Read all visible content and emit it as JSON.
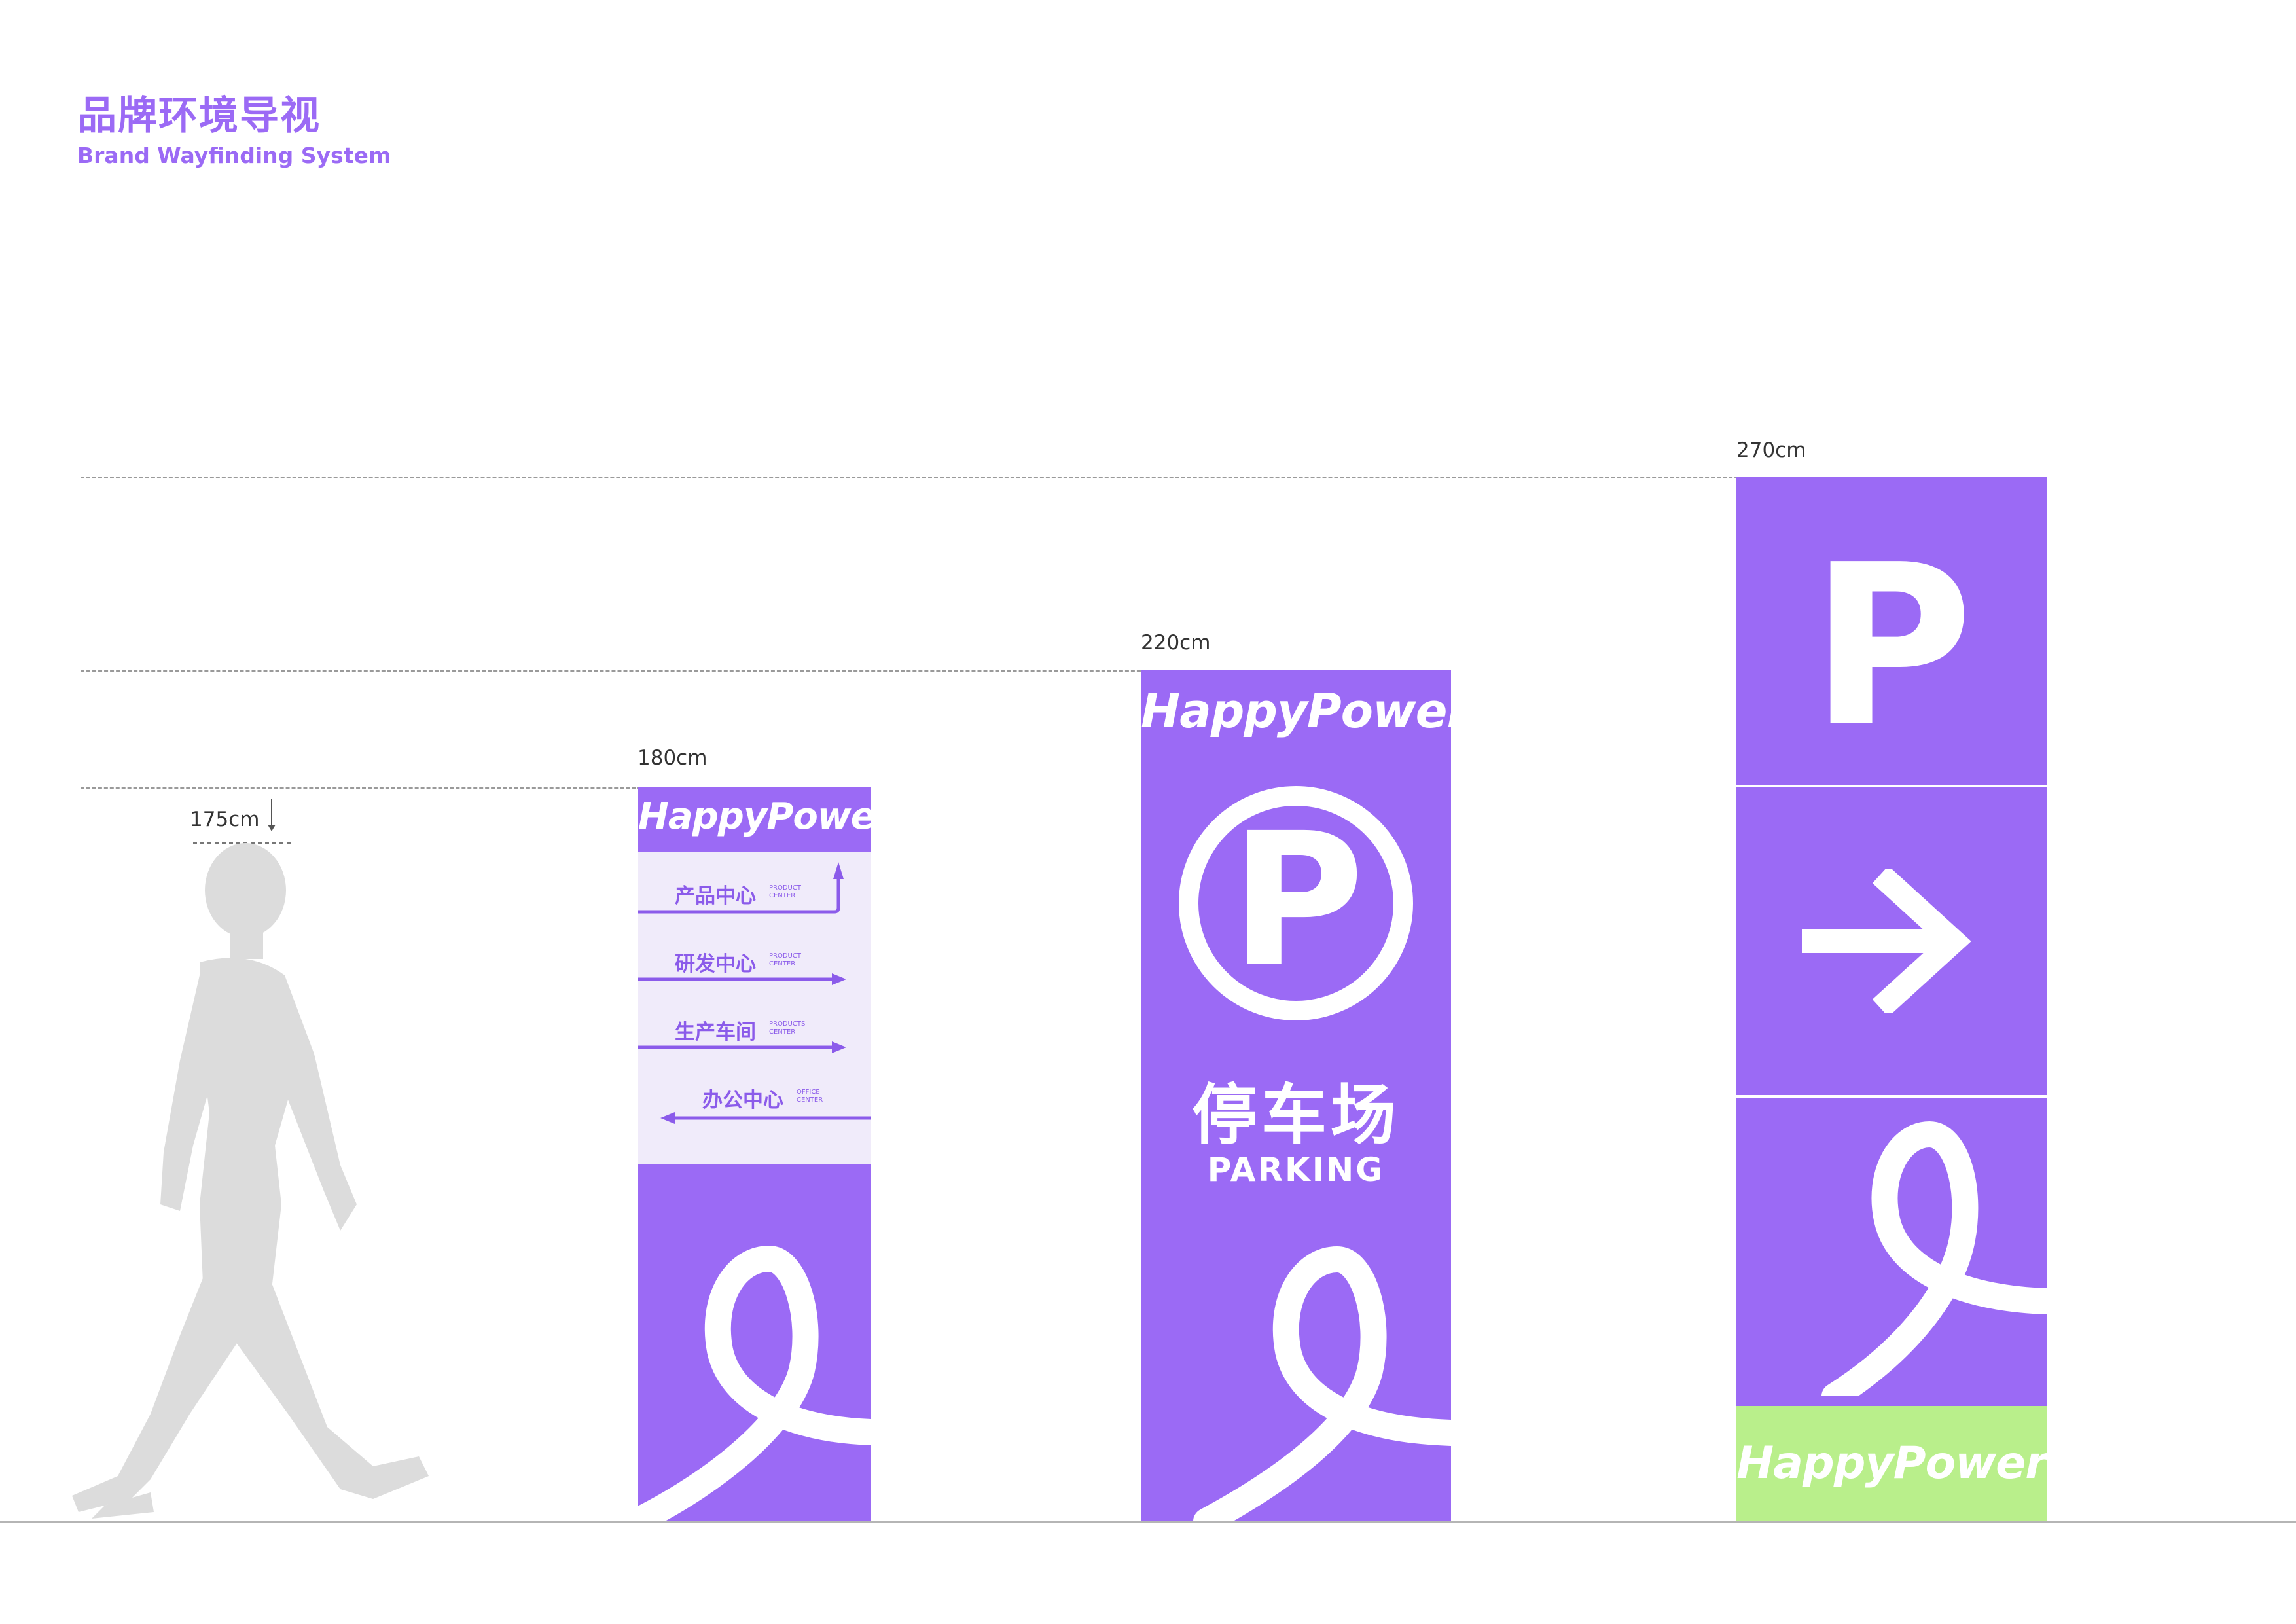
{
  "header": {
    "title_cn": "品牌环境导视",
    "title_en": "Brand Wayfinding System"
  },
  "heights": {
    "person": "175cm",
    "sign1": "180cm",
    "sign2": "220cm",
    "sign3": "270cm"
  },
  "brand": {
    "logo": "HappyPower",
    "color_primary": "#9b6af5",
    "color_accent": "#b9ef8b",
    "color_panel": "#f0ebfa"
  },
  "sign1": {
    "rows": [
      {
        "cn": "产品中心",
        "en1": "PRODUCT",
        "en2": "CENTER",
        "direction": "up"
      },
      {
        "cn": "研发中心",
        "en1": "PRODUCT",
        "en2": "CENTER",
        "direction": "right"
      },
      {
        "cn": "生产车间",
        "en1": "PRODUCTS",
        "en2": "CENTER",
        "direction": "right"
      },
      {
        "cn": "办公中心",
        "en1": "OFFICE",
        "en2": "CENTER",
        "direction": "left"
      }
    ]
  },
  "sign2": {
    "parking_cn": "停车场",
    "parking_en": "PARKING",
    "icon": "parking-circle-icon"
  },
  "sign3": {
    "letter": "P",
    "icon": "arrow-right-icon"
  }
}
